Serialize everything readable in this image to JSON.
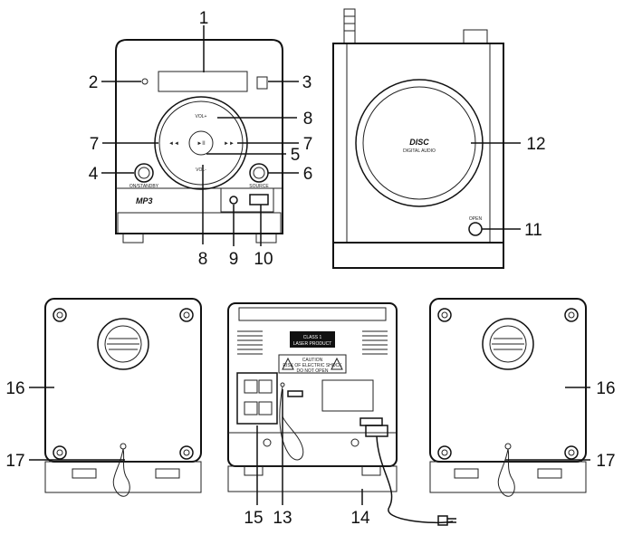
{
  "callouts": {
    "c1": "1",
    "c2": "2",
    "c3": "3",
    "c4": "4",
    "c5": "5",
    "c6": "6",
    "c7": "7",
    "c8": "8",
    "c9": "9",
    "c10": "10",
    "c11": "11",
    "c12": "12",
    "c13": "13",
    "c14": "14",
    "c15": "15",
    "c16": "16",
    "c17": "17"
  },
  "front_panel": {
    "vol_up": "VOL+",
    "vol_down": "VOL-",
    "on_standby": "ON/STANDBY",
    "source": "SOURCE",
    "brand": "MP3"
  },
  "top_panel": {
    "disc_logo": "DISC",
    "disc_sub": "DIGITAL AUDIO",
    "open_label": "OPEN"
  },
  "rear_panel": {
    "class_label_line1": "CLASS 1",
    "class_label_line2": "LASER PRODUCT",
    "caution_title": "CAUTION",
    "caution_line1": "RISK OF ELECTRIC SHOCK",
    "caution_line2": "DO NOT OPEN"
  }
}
